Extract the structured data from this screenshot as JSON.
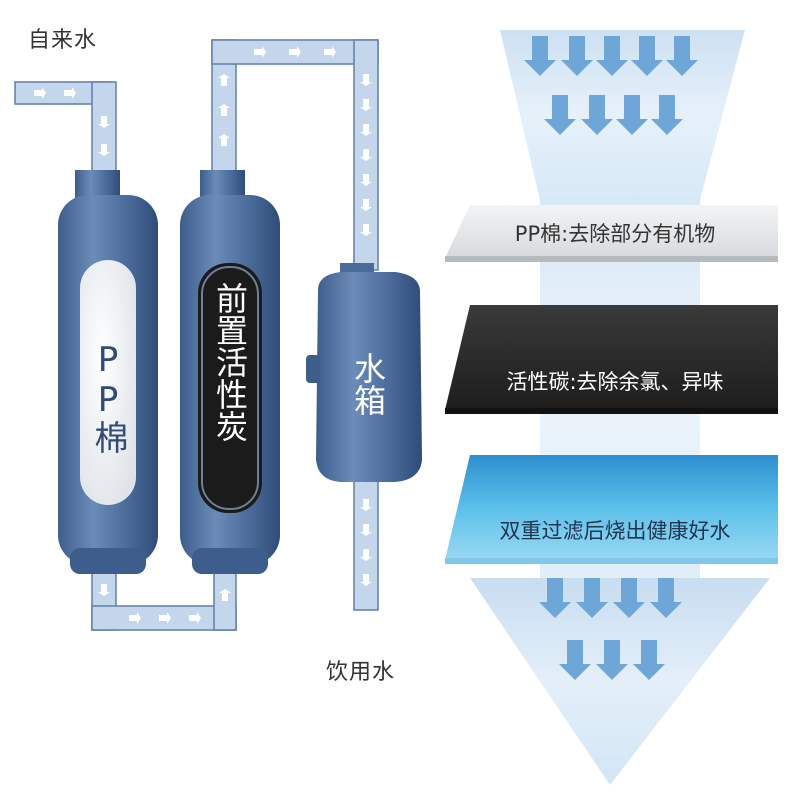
{
  "labels": {
    "input_water": "自来水",
    "output_water": "饮用水"
  },
  "filters": {
    "pp": "PP棉",
    "carbon": "前置活性炭",
    "tank": "水箱"
  },
  "layers": {
    "pp": "PP棉:去除部分有机物",
    "carbon": "活性碳:去除余氯、异味",
    "result": "双重过滤后烧出健康好水"
  },
  "colors": {
    "pipe": "#c4d6ec",
    "pipe_edge": "#5f7ea8",
    "arrow": "#ffffff",
    "filter_body": "#4a6b9a",
    "flow_arrow": "#6fa6d8",
    "carbon_layer": "#2b2b2b",
    "water_layer": "#3ea6dc"
  }
}
